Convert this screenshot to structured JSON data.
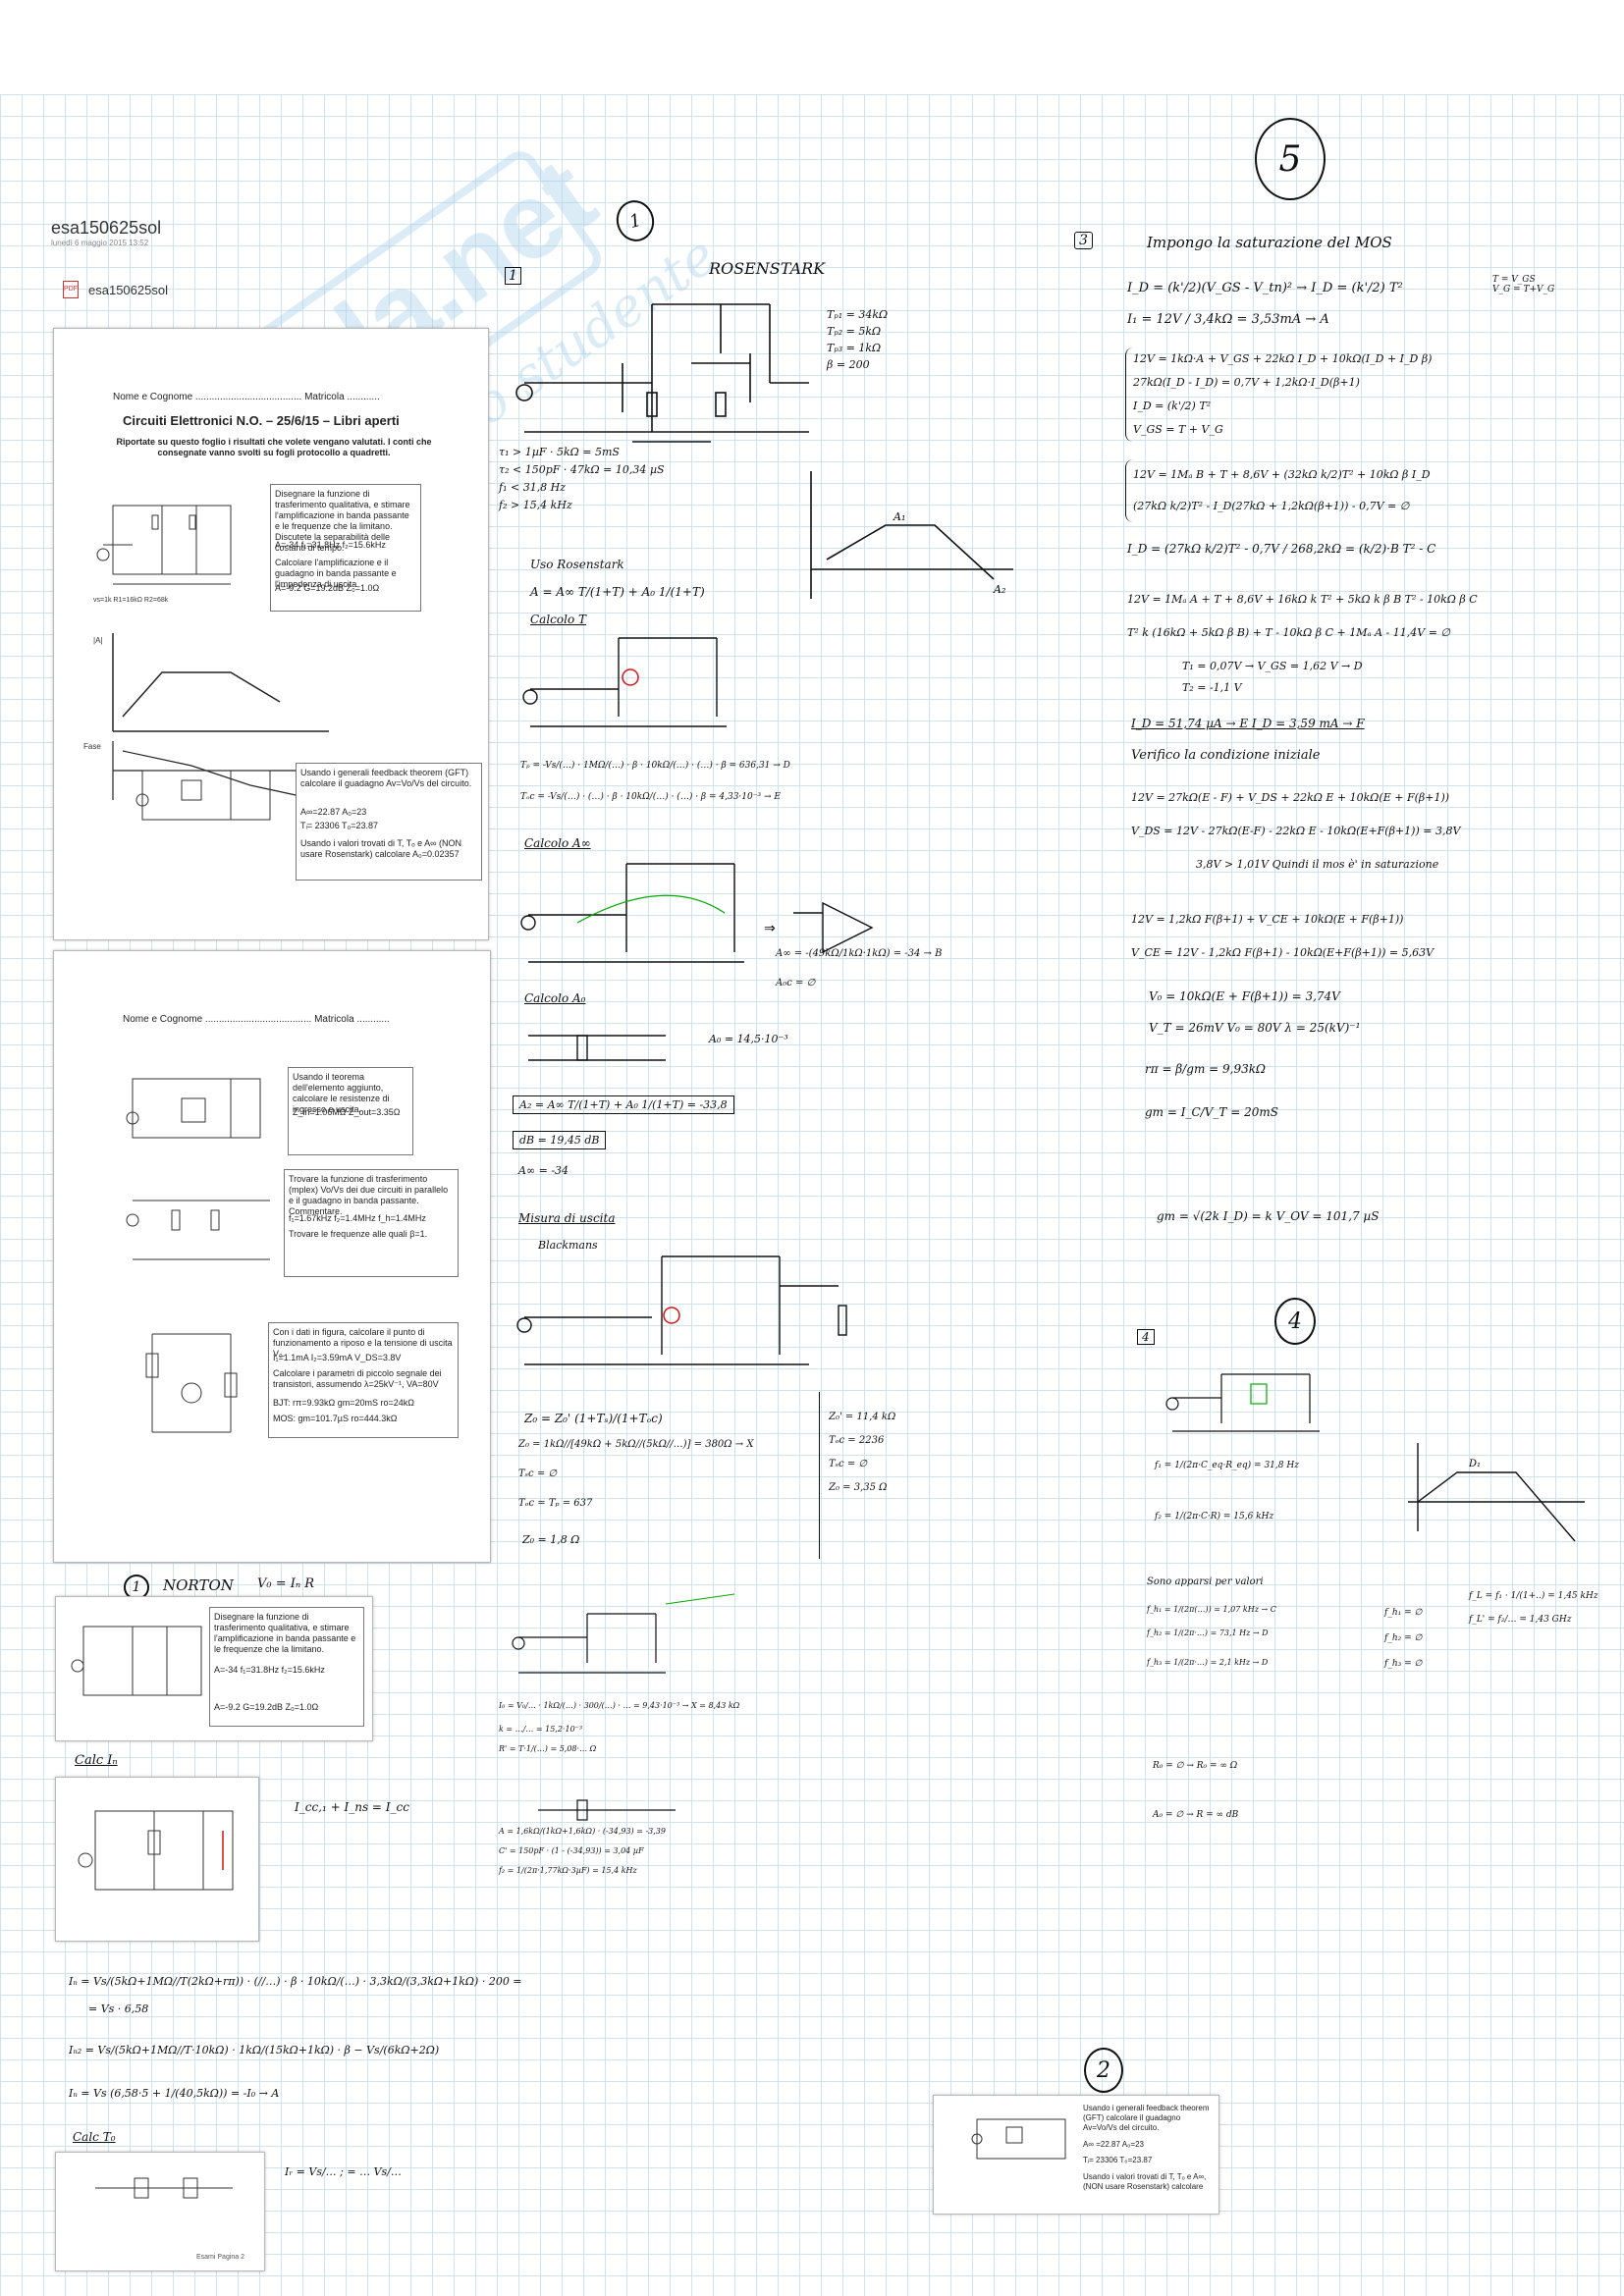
{
  "header": {
    "page_title": "esa150625sol",
    "meta": "lunedì 6 maggio 2015    13:52",
    "attachment_label": "esa150625sol"
  },
  "watermark": {
    "brand": "Skuola.net",
    "tagline": "il portale dello studente"
  },
  "sheet1": {
    "name_line": "Nome e Cognome ....................................... Matricola ............",
    "title": "Circuiti Elettronici N.O. – 25/6/15 – Libri aperti",
    "instructions": "Riportate su questo foglio i risultati che volete vengano valutati. I conti che consegnate vanno svolti su fogli protocollo a quadretti.",
    "q1": "Disegnare la funzione di trasferimento qualitativa, e stimare l'amplificazione in banda passante e le frequenze che la limitano. Discutete la separabilità delle costanti di tempo.",
    "q1_vals": "A=-34     f₁=31.8Hz     f₂=15.6kHz",
    "q1_b": "Calcolare l'amplificazione e il guadagno in banda passante e l'impedenza di uscita",
    "q1_b_vals": "A=-9.2     G=19.2dB     Z₀=1.0Ω",
    "q2": "Usando i generali feedback theorem (GFT) calcolare il guadagno Av=Vo/Vs del circuito.",
    "q2_vals1": "A∞=22.87     A₀=23",
    "q2_vals2": "Tᵢ= 23306     T₀=23.87",
    "q2_b": "Usando i valori trovati di T, Tₒ e A∞ (NON usare Rosenstark) calcolare A₀=0.02357"
  },
  "sheet2": {
    "name_line": "Nome e Cognome ....................................... Matricola ............",
    "q1": "Usando il teorema dell'elemento aggiunto, calcolare le resistenze di ingresso e uscita.",
    "q1_vals": "Z_in=1.06MΩ     Z_out=3.35Ω",
    "q2": "Trovare la funzione di trasferimento (mplex) Vo/Vs dei due circuiti in parallelo e il guadagno in banda passante. Commentare.",
    "q2_vals": "f₁=1.67kHz   f₂=1.4MHz   f_h=1.4MHz",
    "q2_b": "Trovare le frequenze alle quali β=1.",
    "q3": "Con i dati in figura, calcolare il punto di funzionamento a riposo e la tensione di uscita V₀.",
    "q3_vals": "I₁=1.1mA   I₂=3.59mA   V_DS=3.8V",
    "q3_b": "Calcolare i parametri di piccolo segnale dei transistori, assumendo λ=25kV⁻¹, VA=80V",
    "q3_c": "BJT:  rπ=9.93kΩ   gm=20mS   ro=24kΩ",
    "q3_d": "MOS:  gm=101.7µS   ro=444.3kΩ"
  },
  "snippets": {
    "norton_label": "NORTON",
    "norton_formula": "V₀ = Iₙ R",
    "calc_label": "Calc Iₙ",
    "calc_formula": "I_cc,₁ + I_ns = I_cc",
    "calc2_label": "Calc T₀",
    "snippet_text": "Disegnare la funzione di trasferimento qualitativa, e stimare l'amplificazione in banda passante e le frequenze che la limitano.",
    "snippet_vals": "A=-34     f₁=31.8Hz     f₂=15.6kHz",
    "snippet_vals2": "A=-9.2     G=19.2dB     Z₀=1.0Ω",
    "bottom_q2": "Usando i generali feedback theorem (GFT) calcolare il guadagno Av=Vo/Vs del circuito.",
    "bottom_q2_vals": "A∞ =22.87     A₀=23",
    "bottom_q2_vals2": "Tᵢ= 23306     T₀=23.87",
    "bottom_q2_b": "Usando i valori trovati di T, Tₒ e A∞, (NON usare Rosenstark) calcolare"
  },
  "handwriting": {
    "num1": "1",
    "num2": "2",
    "num3": "3",
    "num4": "4",
    "num5": "5",
    "rosenstark": "ROSENSTARK",
    "param_block": [
      "Tₚ₁ = 34kΩ",
      "Tₚ₂ = 5kΩ",
      "Tₚ₃ = 1kΩ",
      "β = 200"
    ],
    "uso_rosen": "Uso Rosenstark",
    "rosen_formula": "A = A∞ T/(1+T) + A₀ 1/(1+T)",
    "calc_t": "Calcolo T",
    "calc_ainf": "Calcolo A∞",
    "calc_a0": "Calcolo A₀",
    "a0_val": "A₀ = 14,5·10⁻³",
    "ainf_val": "A∞ = -34",
    "boxed": "A₂ = A∞ T/(1+T) + A₀ 1/(1+T) = -33,8",
    "db": "dB = 19,45 dB",
    "misura": "Misura di uscita",
    "blackmans": "Blackmans",
    "z0_formula": "Z₀ = Z₀' (1+Tₛ)/(1+Tₒc)",
    "z0_val": "Z₀ = 1,8 Ω",
    "right_vals": [
      "Z₀' = 11,4 kΩ",
      "Tₒc = 2236",
      "Tₛc = ∅",
      "Z₀ = 3,35 Ω"
    ],
    "imp_title": "Impongo la saturazione del MOS",
    "eq_id": "I_D = (k'/2)(V_GS - V_tn)² → I_D = (k'/2) T²",
    "eq_i1": "I₁ = 12V / 3,4kΩ = 3,53mA → A",
    "sys1": "12V = 1kΩ·A + V_GS + 22kΩ I_D + 10kΩ(I_D + I_D β)",
    "sys2": "27kΩ(I_D - I_D) = 0,7V + 1,2kΩ·I_D(β+1)",
    "sys3": "I_D = (k'/2) T²",
    "sys4": "V_GS = T + V_G",
    "sys5": "12V = 1Mₐ B + T + 8,6V + (32kΩ k/2)T² + 10kΩ β I_D",
    "sys6": "(27kΩ k/2)T² - I_D(27kΩ + 1,2kΩ(β+1)) - 0,7V = ∅",
    "id_val": "I_D = (27kΩ k/2)T² - 0,7V / 268,2kΩ = (k/2)·B T² - C",
    "eq_long": "12V = 1Mₐ A + T + 8,6V + 16kΩ k T² + 5kΩ k β B T² - 10kΩ β C",
    "eq_long2": "T² k (16kΩ + 5kΩ β B) + T - 10kΩ β C + 1Mₐ A - 11,4V = ∅",
    "t1": "T₁ = 0,07V  →  V_GS = 1,62 V → D",
    "t2": "T₂ = -1,1 V",
    "id_result": "I_D = 51,74 µA → E     I_D = 3,59 mA → F",
    "verifico": "Verifico la condizione iniziale",
    "vds_eq": "12V = 27kΩ(E - F) + V_DS + 22kΩ E + 10kΩ(E + F(β+1))",
    "vds_val": "V_DS = 12V - 27kΩ(E-F) - 22kΩ E - 10kΩ(E+F(β+1)) = 3,8V",
    "vds_cmp": "3,8V > 1,01V     Quindi il mos è' in saturazione",
    "vce_eq": "12V = 1,2kΩ F(β+1) + V_CE + 10kΩ(E + F(β+1))",
    "vce_val": "V_CE = 12V - 1,2kΩ F(β+1) - 10kΩ(E+F(β+1)) = 5,63V",
    "v0_val": "V₀ = 10kΩ(E + F(β+1)) = 3,74V",
    "vt": "V_T = 26mV     V₀ = 80V     λ = 25(kV)⁻¹",
    "rpi": "rπ = β/gm = 9,93kΩ",
    "gm": "gm = I_C/V_T = 20mS",
    "gm_mos": "gm = √(2k I_D) = k V_OV = 101,7 µS",
    "q4_label": "4",
    "q4_f1": "f₁ = 1/(2π·C_eq·R_eq) = 31,8 Hz",
    "q4_f2": "f₂ = 1/(2π·C·R) = 15,6 kHz",
    "q4_vals": [
      "f_h₁ = ∅",
      "f_h₂ = ∅",
      "f_h₃ = ∅"
    ],
    "q4_fl": [
      "f_L = f₁ · 1/(1+..) = 1,45 kHz",
      "f_L' = f₂/… = 1,43 GHz"
    ],
    "q4_r": [
      "R₀ = ∅ → R₀ = ∞ Ω",
      "A₀ = ∅ → R = ∞ dB"
    ],
    "sono_a_pari": "Sono apparsi per valori"
  },
  "footer": {
    "page_label": "Esami Pagina 2"
  }
}
